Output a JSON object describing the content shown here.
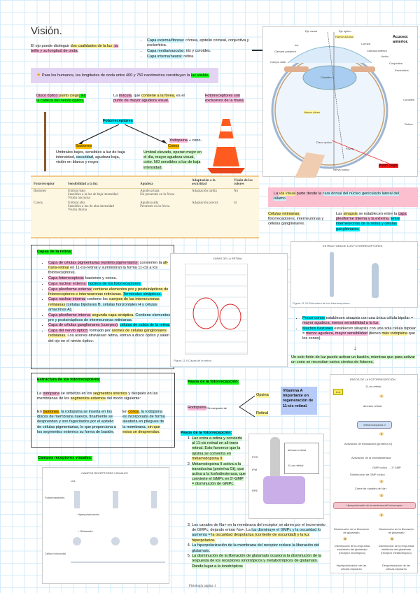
{
  "title": "Visión.",
  "intro": [
    [
      "El ojo puede distinguir ",
      ""
    ],
    [
      "dos cualidades de la luz:",
      "y"
    ],
    [
      " su brillo y su longitud de onda",
      "p"
    ],
    [
      ".",
      ""
    ]
  ],
  "layers": [
    [
      [
        "Capa externa/fibrosa:",
        "c"
      ],
      [
        " córnea, epitelio corneal, conjuntiva y esclerótica.",
        ""
      ]
    ],
    [
      [
        "Capa media/vascular:",
        "c"
      ],
      [
        " iris y coroides.",
        ""
      ]
    ],
    [
      [
        "Capa interna/neural:",
        "c"
      ],
      [
        " retina.",
        ""
      ]
    ]
  ],
  "banner": [
    [
      "Para los humanos, las longitudes de onda entre 400 y 750 nanómetros  constituyen la ",
      ""
    ],
    [
      "luz visible.",
      "g"
    ]
  ],
  "notes": [
    [
      [
        "Disco óptico ",
        "p"
      ],
      [
        "punto ciego",
        "y"
      ],
      [
        ". Es la cabeza del nervio óptico.",
        "g"
      ]
    ],
    [
      [
        "La ",
        ""
      ],
      [
        "mácula",
        "p"
      ],
      [
        ", que ",
        ""
      ],
      [
        "contiene a la fóvea,",
        "y"
      ],
      [
        " es el ",
        ""
      ],
      [
        "punto de mayor agudeza visual.",
        "p"
      ]
    ],
    [
      [
        "Fotorreceptores son exclusivos de la fóvea.",
        "p"
      ]
    ]
  ],
  "photoreceptors": {
    "label": "Fotorreceptores",
    "rods": "Bastones",
    "cones": "Conos",
    "rods_desc": [
      [
        "Umbrales bajos, sensibles a luz de baja intensidad, ",
        ""
      ],
      [
        "oscuridad",
        "c"
      ],
      [
        ", agudeza baja, visión en blanco y negro.",
        ""
      ]
    ],
    "cones_desc": [
      [
        "Umbral elevado, operan mejor en el día, mayor agudeza visual, color. NO sensibles a luz de baja intensidad.",
        "lg"
      ]
    ],
    "iodopsin": [
      [
        "Yodopsina",
        "p"
      ],
      [
        " + cono.",
        ""
      ]
    ]
  },
  "eye_labels": [
    "Eje visual",
    "Eje óptico",
    "Humor acuoso",
    "Córnea",
    "Iris",
    "Cámara posterior",
    "Cámara anterior",
    "Limbo",
    "Cuerpo ciliar",
    "Conjuntiva",
    "Cristalino",
    "Esclerótica",
    "Coroides",
    "Humor vítreo",
    "Retina",
    "Disco óptico",
    "Fóvea",
    "Nervio óptico"
  ],
  "eye_notes": {
    "aqueous": "Acuoso: anterior.",
    "blind_spot": "Punto ciego."
  },
  "table": {
    "headers": [
      "Fotorreceptor",
      "Sensibilidad a la luz",
      "Agudeza",
      "Adaptación a la oscuridad",
      "Visión de los colores"
    ],
    "rows": [
      [
        "Bastones",
        [
          "Umbral bajo",
          "Sensibles a la luz de baja intensidad",
          "Visión nocturna"
        ],
        [
          "Agudeza baja",
          "No presentes en la fóvea"
        ],
        "Adaptación tardía",
        "No"
      ],
      [
        "Conos",
        [
          "Umbral alto",
          "Sensibles a luz de alta intensidad",
          "Visión diurna"
        ],
        [
          "Agudeza alta",
          "Presentes en la fóvea"
        ],
        "Adaptación precoz",
        "Sí"
      ]
    ]
  },
  "visual_path": [
    [
      "La ",
      ""
    ],
    [
      "vía visual",
      "y"
    ],
    [
      " parte desde la ",
      ""
    ],
    [
      "cara dorsal del núcleo geniculado lateral del tálamo.",
      "c"
    ]
  ],
  "retinal_cells": [
    [
      "Células retinianas:",
      "y"
    ],
    [
      " fotorreceptores, interneuronas y células ganglionares.",
      ""
    ]
  ],
  "synapses": [
    [
      "Las ",
      ""
    ],
    [
      "sinapsis",
      "y"
    ],
    [
      " se establecen entre la ",
      ""
    ],
    [
      "capa plexiforme interna y la externa.",
      "p"
    ],
    [
      " ",
      ""
    ],
    [
      "Entre interneuronas de la retina y células ganglionares.",
      "C"
    ]
  ],
  "retina_layers": {
    "title": "Capas de la retina:",
    "items": [
      [
        [
          "Capa de células pigmentarias (epitelio pigmentario):",
          "p"
        ],
        [
          " convierten la ",
          ""
        ],
        [
          "all-trans-retinal",
          "y"
        ],
        [
          " en 11-cis-retinal y suministran la forma 11-cis a los fotorreceptores.",
          ""
        ]
      ],
      [
        [
          "Capa fotorreceptora:",
          "p"
        ],
        [
          " bastones y conos.",
          ""
        ]
      ],
      [
        [
          "Capa nuclear externa:",
          "p"
        ],
        [
          " ",
          ""
        ],
        [
          "núcleos de los fotorreceptores.",
          "C"
        ]
      ],
      [
        [
          "Capa plexiforme externa:",
          "p"
        ],
        [
          " contiene elementos pre y postsinápticos de fotorreceptores e interneuronas retinianas. ",
          "y"
        ],
        [
          "Terminales sinápticos.",
          "C"
        ]
      ],
      [
        [
          "Capa nuclear interna:",
          "p"
        ],
        [
          " contiene los ",
          ""
        ],
        [
          "cuerpos de las interneuronas retinianas",
          "y"
        ],
        [
          " (células bipolares B, células horizontales H y células amacrinas A).",
          "c"
        ]
      ],
      [
        [
          "Capa plexiforme interna:",
          "p"
        ],
        [
          " segunda capa sináptica.",
          "y"
        ],
        [
          " Contiene elementos pre y postsinápticos de interneuronas retinianas.",
          "c"
        ]
      ],
      [
        [
          "Capa de células ganglionares (cuerpos):",
          "p"
        ],
        [
          " ",
          ""
        ],
        [
          "células de salida de la retina.",
          "C"
        ]
      ],
      [
        [
          "Capa del nervio óptico:",
          "p"
        ],
        [
          " formado por ",
          ""
        ],
        [
          "axones de células ganglionares retinianas.",
          "y"
        ],
        [
          " Los axones atraviesan retina, entran a disco óptico y salen del ojo en el nervio óptico.",
          ""
        ]
      ]
    ]
  },
  "retina_fig": {
    "title": "CAPAS DE LA RETINA",
    "caption": "Figura 11-9  Capas de la retina."
  },
  "photo_fig": {
    "title": "ESTRUCTURA DE LOS FOTORRECEPTORES",
    "caption": "Figura 11-10  Estructura de los fotorreceptores."
  },
  "convergence": [
    [
      [
        "Pocos conos",
        "C"
      ],
      [
        " establecen sinapsis con una única célula bipolar = ",
        ""
      ],
      [
        "mayor agudeza, menos sensibilidad a la luz.",
        "p"
      ]
    ],
    [
      [
        "Muchos bastones",
        "C"
      ],
      [
        " establecen sinapsis con una sola célula bipolar = ",
        ""
      ],
      [
        "menor agudeza, mayor sensibilidad",
        "p"
      ],
      [
        " (tienen ",
        ""
      ],
      [
        "más rodopsina",
        "y"
      ],
      [
        " que los conos).",
        ""
      ]
    ]
  ],
  "photon_note": [
    [
      "Un solo fotón de luz puede activar un bastón, mientras que para activar un cono se necesitan varios cientos de fotones.",
      "lg"
    ]
  ],
  "structure": {
    "title": "Estructura de los fotorreceptores:",
    "intro": [
      [
        "La ",
        ""
      ],
      [
        "rodopsina",
        "p"
      ],
      [
        " se sintetiza en los ",
        ""
      ],
      [
        "segmentos internos",
        "y"
      ],
      [
        " y después en las membranas de los ",
        ""
      ],
      [
        "segmentos externos",
        "y"
      ],
      [
        " del modo siguiente:",
        ""
      ]
    ],
    "rods": [
      [
        "En ",
        ""
      ],
      [
        "bastones",
        "o"
      ],
      [
        ", la rodopsina se inserta en los discos de membrana nuevos, finalmente se desprenden y son fagocitados por el epitelio de células pigmentarias, lo que proporciona a los segmentos externos su forma de bastón.",
        "c"
      ]
    ],
    "cones": [
      [
        "En ",
        ""
      ],
      [
        "conos",
        "o"
      ],
      [
        ", la rodopsina es incorporada de forma aleatoria en pliegues de la membrana, ",
        "c"
      ],
      [
        "sin que estos se desprendan.",
        "y"
      ]
    ]
  },
  "receptive": {
    "title": "Campos receptores visuales:",
    "fig_title": "CAMPOS RECEPTORES VISUALES",
    "labels": [
      "Luz",
      "Fotorreceptores",
      "Hiperpolarización",
      "↓ Glutamato",
      "Célula horizontal"
    ]
  },
  "phototransduction": {
    "title": "Pasos de la fotorrecepción:",
    "rhodopsin": "Rodopsina",
    "decomposes": "Se compone de",
    "opsin": "Opsina",
    "retinal": "Retinal",
    "vitamin": "Vitamina A importante en regeneración de 11-cis retinal."
  },
  "steps": {
    "title": "Pasos de la fotorrecepción:",
    "items": [
      [
        [
          "Luz entra a retina y convierte al 11-cis retinal en all-trans retinal. Esto favorece que la opsina se convierta en ",
          "lg"
        ],
        [
          "metarrodopsina II.",
          "y"
        ]
      ],
      [
        [
          "Metarrodopsina II activa a la transducina (proteína Gt), que activa a la fosfodiesterasa, que convierte el GMPc en 5'-GMP = disminución de GMPc.",
          "lg"
        ]
      ],
      [
        [
          "Los canales de Na+ en la membrana del receptor se abren por el incremento de GMPc, dejando entrar Na+. La ",
          ""
        ],
        [
          "luz disminuye el GMPc y la oscuridad lo aumenta = ",
          "c"
        ],
        [
          "la oscuridad despolariza (corriente de oscuridad) y la luz hiperpolariza.",
          "y"
        ]
      ],
      [
        [
          "La hiperpolarización de la membrana del receptor reduce la liberación del glutamato.",
          "c"
        ]
      ],
      [
        [
          "La disminución de la liberación de glutamato ocasiona la disminución de la respuesta de los receptores ionotrópicos y metabotrópicos de glutamato. Dando lugar a la ionotrópicos",
          "lg"
        ]
      ]
    ]
  },
  "steps_fig_labels": [
    "POS",
    "RPE",
    "IPM",
    "all-trans retinal",
    "11-cis retinal"
  ],
  "flow": {
    "title": "PASOS DE LA FOTORRECEPCIÓN",
    "light": "Luz",
    "nodes": [
      "11-cis retinal",
      "all-trans retinal",
      "Metarrodopsina II",
      "Activación de transducina (proteína G)",
      "Activación de la fosfodiesterasa",
      "Disminución de GMP cíclico",
      "Cierre de canales de Na+",
      "Hiperpolarización de la membrana del fotorreceptor"
    ],
    "gmp": "GMP cíclico → 5' GMP",
    "nums": [
      "1",
      "2",
      "3",
      "4",
      "5",
      "6",
      "6"
    ],
    "left": [
      "Disminución de la liberación de glutamato",
      "Disminución de la respuesta excitatoria del glutamato (receptor ionotrópico)",
      "Hiperpolarización de las células bipolares"
    ],
    "right": [
      "Disminución de la liberación de glutamato",
      "Disminución de la respuesta inhibitoria del glutamato (receptor metabotrópico)",
      "Despolarización de las células bipolares"
    ]
  },
  "footer": "Fisiología página 1"
}
